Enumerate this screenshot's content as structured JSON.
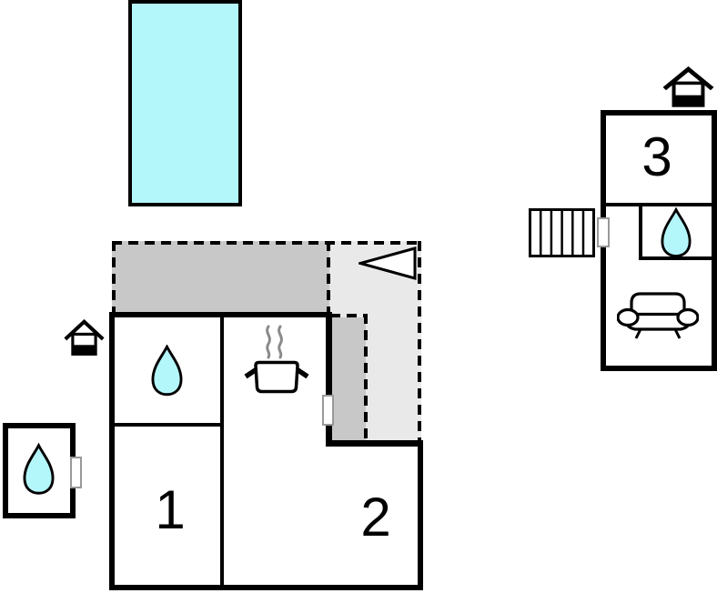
{
  "colors": {
    "water": "#b4f7fb",
    "terrace_dark": "#c8c8c8",
    "terrace_light": "#e9e9e9",
    "wall": "#000000",
    "steam": "#8a8a8a",
    "door_border": "#999999"
  },
  "rooms": [
    {
      "label": "1"
    },
    {
      "label": "2"
    },
    {
      "label": "3"
    }
  ],
  "icons": {
    "pool": "swimming-pool",
    "drop": "water-drop-icon",
    "pot": "cooking-pot-icon",
    "sofa": "sofa-icon",
    "house": "entrance-house-icon",
    "stairs": "stairs-icon",
    "arrow": "direction-triangle-icon"
  }
}
